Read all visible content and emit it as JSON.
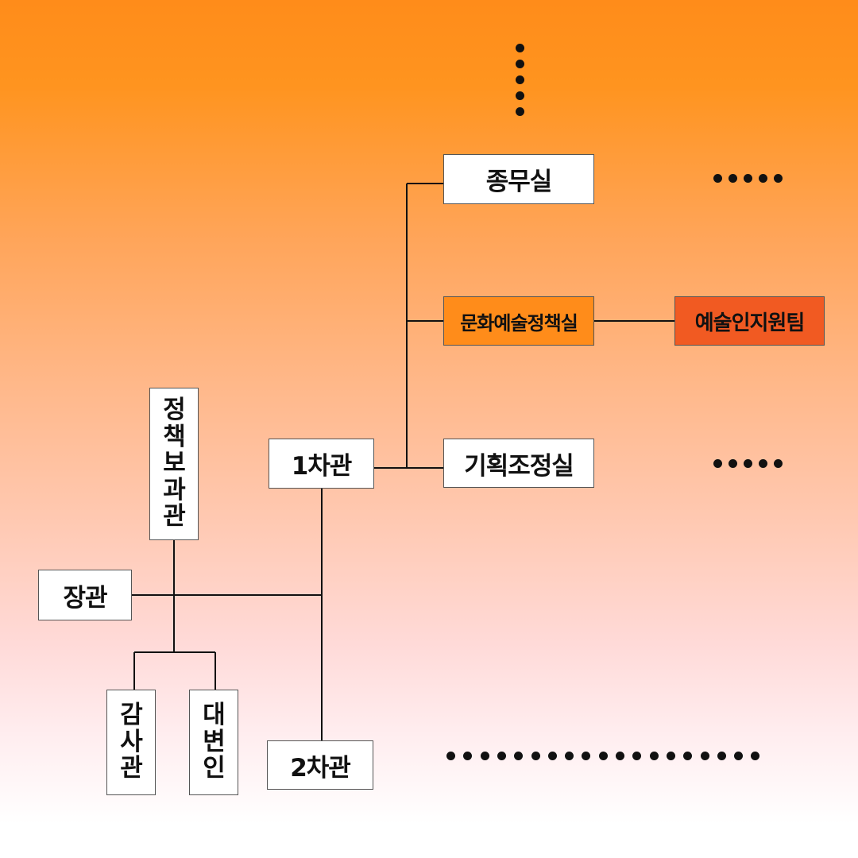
{
  "nodes": {
    "minister": "장관",
    "policy_advisor": [
      "정",
      "책",
      "보",
      "과",
      "관"
    ],
    "inspector": [
      "감",
      "사",
      "관"
    ],
    "spokesperson": [
      "대",
      "변",
      "인"
    ],
    "vice_minister_1": "1차관",
    "vice_minister_2": "2차관",
    "general_affairs": "종무실",
    "culture_arts_policy": "문화예술정책실",
    "planning_coordination": "기획조정실",
    "arts_support_team": "예술인지원팀"
  },
  "continuation": {
    "top_vertical_dots": 5,
    "general_affairs_dots": 5,
    "planning_dots": 5,
    "vice_minister_2_dots": 19
  },
  "colors": {
    "highlight_office": "#ff8c1a",
    "highlight_team": "#f15a22",
    "background_top": "#ff8c1a",
    "background_bottom": "#ffffff"
  }
}
